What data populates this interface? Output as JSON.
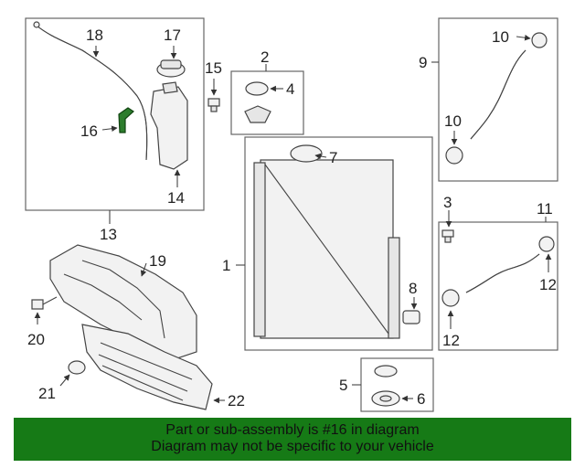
{
  "callouts": [
    "1",
    "2",
    "3",
    "4",
    "5",
    "6",
    "7",
    "8",
    "9",
    "10",
    "10",
    "11",
    "12",
    "12",
    "13",
    "14",
    "15",
    "16",
    "17",
    "18",
    "19",
    "20",
    "21",
    "22"
  ],
  "banner": {
    "line1": "Part or sub-assembly is #16 in diagram",
    "line2": "Diagram may not be specific to your vehicle"
  },
  "colors": {
    "banner": "#167a16",
    "highlight": "#2d7d2d"
  }
}
